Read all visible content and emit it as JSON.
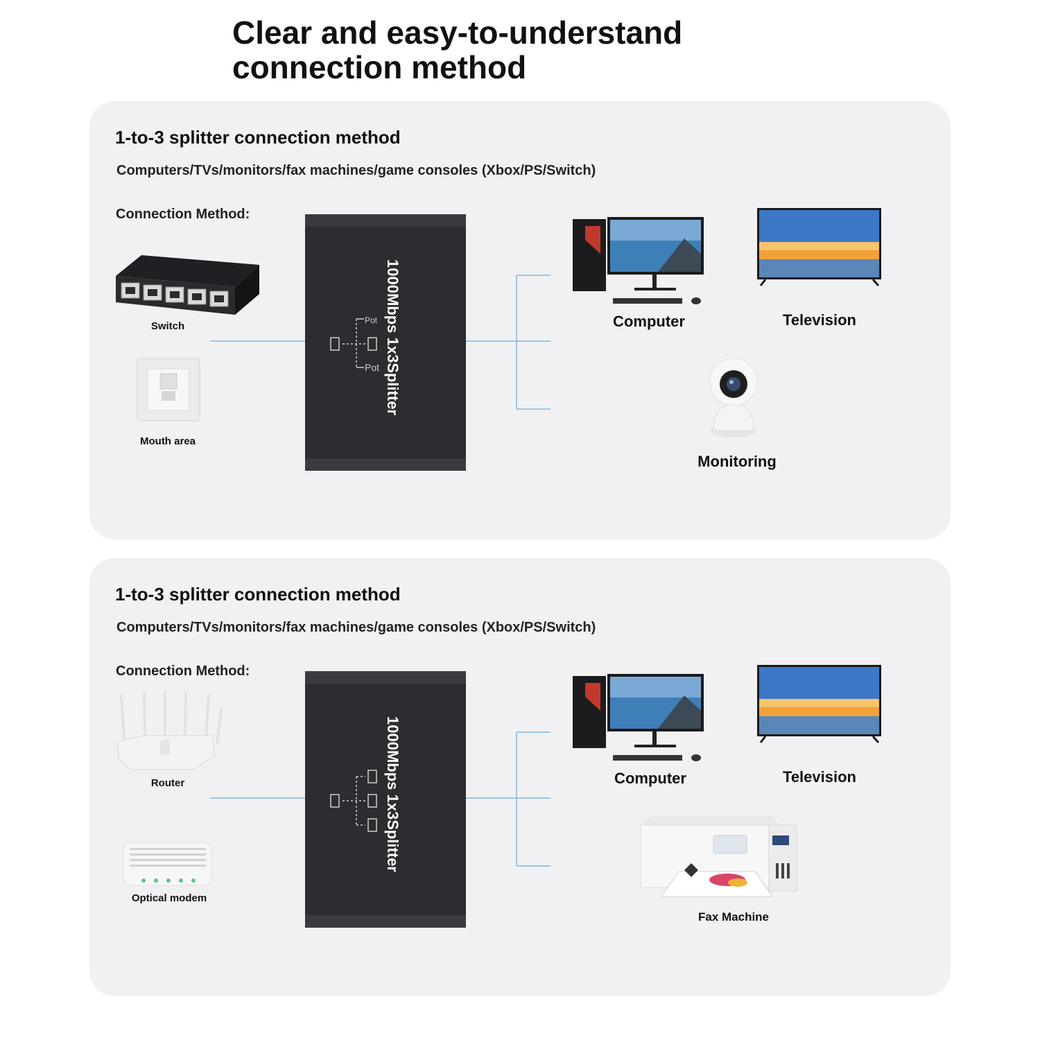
{
  "title": {
    "line1": "Clear and easy-to-understand",
    "line2": "connection method"
  },
  "panels": [
    {
      "heading": "1-to-3 splitter connection method",
      "subtitle": "Computers/TVs/monitors/fax machines/game consoles (Xbox/PS/Switch)",
      "method_label": "Connection Method:",
      "splitter": {
        "text": "1000Mbps 1x3Splitter",
        "port_label_top": "Pot",
        "port_label_bottom": "Pot"
      },
      "inputs": [
        "Switch",
        "Mouth area"
      ],
      "outputs": [
        "Computer",
        "Television",
        "Monitoring"
      ]
    },
    {
      "heading": "1-to-3 splitter connection method",
      "subtitle": "Computers/TVs/monitors/fax machines/game consoles (Xbox/PS/Switch)",
      "method_label": "Connection Method:",
      "splitter": {
        "text": "1000Mbps 1x3Splitter"
      },
      "inputs": [
        "Router",
        "Optical modem"
      ],
      "outputs": [
        "Computer",
        "Television",
        "Fax Machine"
      ]
    }
  ],
  "icons": [
    "network-switch-icon",
    "wall-socket-icon",
    "computer-icon",
    "television-icon",
    "camera-icon",
    "router-icon",
    "optical-modem-icon",
    "printer-icon"
  ],
  "colors": {
    "panel_bg": "#f1f1f4",
    "line": "#9cc6e4",
    "splitter": "#2c2d31"
  }
}
